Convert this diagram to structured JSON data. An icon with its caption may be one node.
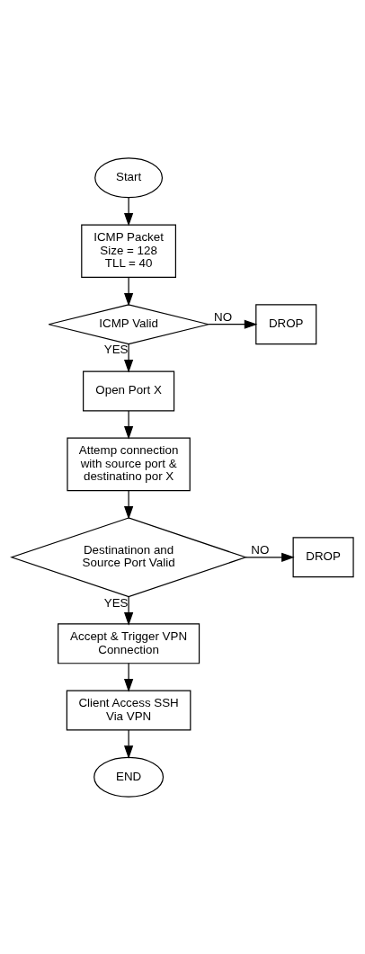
{
  "diagram": {
    "nodes": [
      {
        "text": [
          "Start"
        ]
      },
      {
        "text": [
          "ICMP Packet",
          "Size = 128",
          "TLL = 40"
        ]
      },
      {
        "text": [
          "ICMP Valid"
        ]
      },
      {
        "text": [
          "DROP"
        ]
      },
      {
        "text": [
          "Open Port X"
        ]
      },
      {
        "text": [
          "Attemp connection with source port & destinatino por X"
        ]
      },
      {
        "text": [
          "Destinatinon and Source Port Valid"
        ]
      },
      {
        "text": [
          "DROP"
        ]
      },
      {
        "text": [
          "Accept & Trigger VPN Connection"
        ]
      },
      {
        "text": [
          "Client Access SSH Via VPN"
        ]
      },
      {
        "text": [
          "END"
        ]
      }
    ],
    "edges": [
      {
        "from": 0,
        "to": 1,
        "arrow": "to"
      },
      {
        "from": 1,
        "to": 2,
        "arrow": "to"
      },
      {
        "from": 2,
        "to": 3,
        "arrow": "to",
        "label": "NO"
      },
      {
        "from": 2,
        "to": 4,
        "arrow": "to",
        "label": "YES"
      },
      {
        "from": 4,
        "to": 5,
        "arrow": "to"
      },
      {
        "from": 5,
        "to": 6,
        "arrow": "to"
      },
      {
        "from": 6,
        "to": 7,
        "arrow": "to",
        "label": "NO"
      },
      {
        "from": 6,
        "to": 8,
        "arrow": "to",
        "label": "YES"
      },
      {
        "from": 8,
        "to": 9,
        "arrow": "to"
      },
      {
        "from": 9,
        "to": 10,
        "arrow": "to"
      }
    ]
  }
}
